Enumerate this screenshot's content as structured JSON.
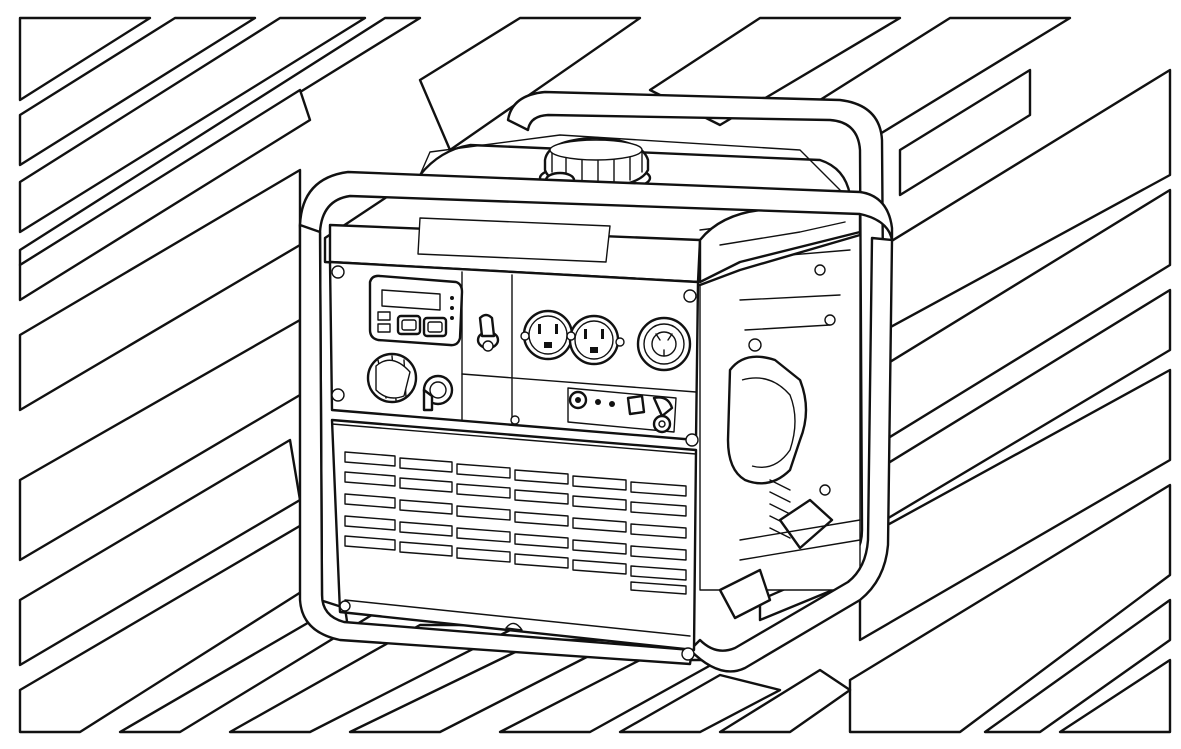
{
  "figure": {
    "subject": "generator-line-drawing",
    "style": "black-and-white technical illustration",
    "background": "diagonal-hatching",
    "colors": {
      "ink": "#111111",
      "paper": "#ffffff"
    }
  }
}
